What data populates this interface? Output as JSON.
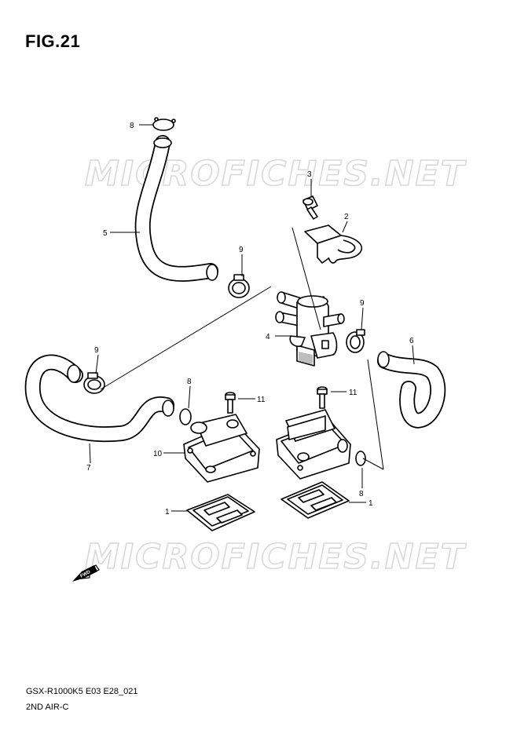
{
  "figure": {
    "title": "FIG.21"
  },
  "watermark": {
    "text": "MICROFICHES.NET"
  },
  "footer": {
    "model": "GSX-R1000K5 E03 E28_021",
    "name": "2ND AIR-C"
  },
  "fwd_arrow": {
    "text": "FWD"
  },
  "callouts": [
    "8",
    "3",
    "2",
    "5",
    "9",
    "9",
    "4",
    "6",
    "9",
    "8",
    "11",
    "11",
    "7",
    "10",
    "8",
    "1",
    "1"
  ]
}
